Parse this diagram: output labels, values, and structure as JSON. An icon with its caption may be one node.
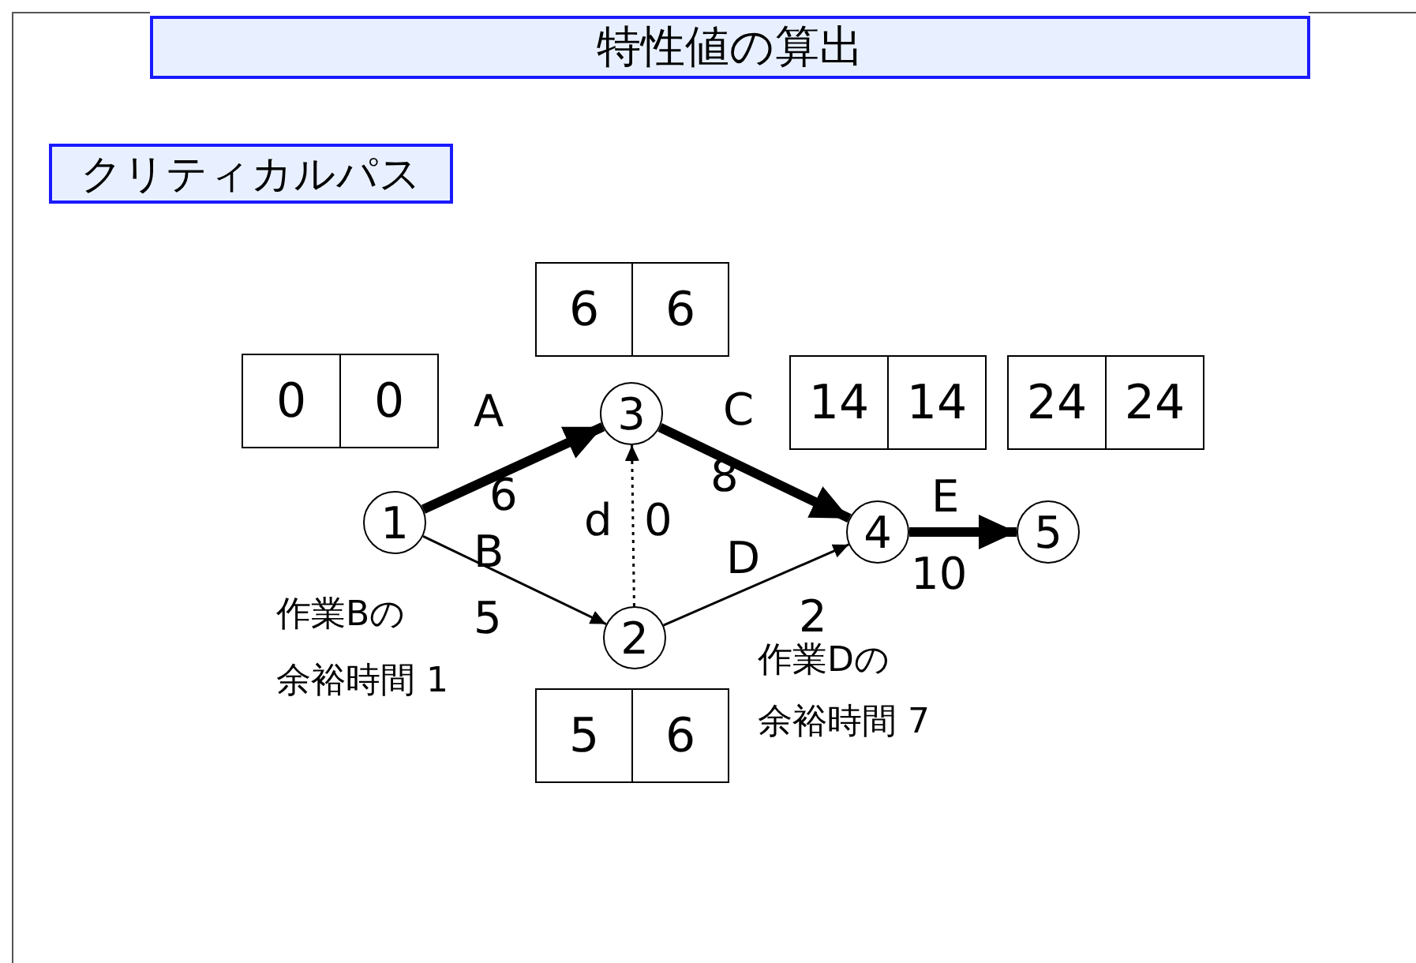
{
  "diagram": {
    "title": "特性値の算出",
    "nodes": [
      {
        "text": [
          "クリティカルパス"
        ]
      },
      {
        "text": [
          "6"
        ]
      },
      {
        "text": [
          "6"
        ]
      },
      {
        "text": [
          "0"
        ]
      },
      {
        "text": [
          "0"
        ]
      },
      {
        "text": [
          "14"
        ]
      },
      {
        "text": [
          "14"
        ]
      },
      {
        "text": [
          "24"
        ]
      },
      {
        "text": [
          "24"
        ]
      },
      {
        "text": [
          "1"
        ]
      },
      {
        "text": [
          "3"
        ]
      },
      {
        "text": [
          "4"
        ]
      },
      {
        "text": [
          "5"
        ]
      },
      {
        "text": [
          "2"
        ]
      },
      {
        "text": [
          "5"
        ]
      },
      {
        "text": [
          "6"
        ]
      }
    ],
    "edges": [
      {
        "from": 9,
        "to": 10,
        "arrow": "to",
        "label": "A",
        "style": "thick"
      },
      {
        "from": 9,
        "to": 13,
        "arrow": "to",
        "label": "B"
      },
      {
        "from": 10,
        "to": 11,
        "arrow": "to",
        "label": "C",
        "style": "thick"
      },
      {
        "from": 13,
        "to": 10,
        "arrow": "to",
        "label": "d",
        "style": "dashed"
      },
      {
        "from": 13,
        "to": 11,
        "arrow": "to",
        "label": "D"
      },
      {
        "from": 11,
        "to": 12,
        "arrow": "to",
        "label": "E",
        "style": "thick"
      }
    ],
    "labels": [
      "6",
      "8",
      "0",
      "5",
      "10",
      "2",
      "作業Bの",
      "余裕時間 1",
      "作業Dの",
      "余裕時間 7"
    ]
  }
}
